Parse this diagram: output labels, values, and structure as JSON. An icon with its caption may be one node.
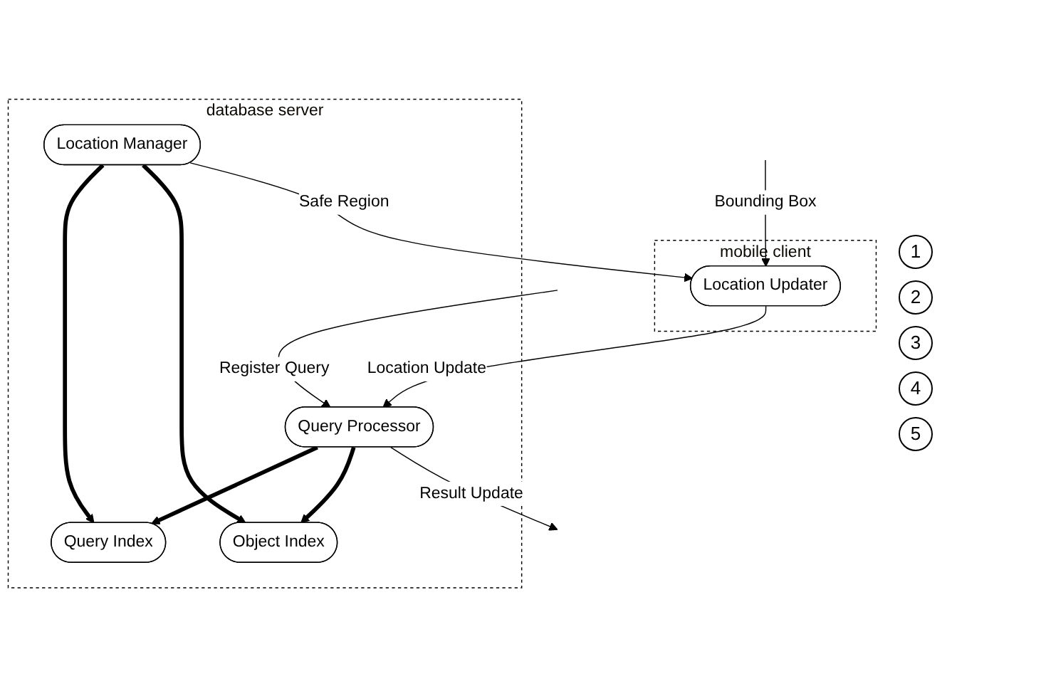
{
  "diagram": {
    "nodes": [
      {
        "text": [
          "database server"
        ]
      },
      {
        "text": [
          "Object Index"
        ],
        "in": 0
      },
      {
        "text": [
          "Query Index"
        ],
        "in": 0
      },
      {
        "text": [
          "Query Processor"
        ],
        "in": 0
      },
      {
        "text": [
          "Location Manager"
        ],
        "in": 0
      },
      {
        "text": [
          "mobile client"
        ]
      },
      {
        "text": [
          "Location Updater"
        ],
        "in": 5
      }
    ],
    "edges": [
      {
        "from": null,
        "to": 3,
        "arrow": "to",
        "label": "Register Query"
      },
      {
        "from": 3,
        "to": null,
        "arrow": "to",
        "label": "Result Update"
      },
      {
        "from": 6,
        "to": 3,
        "arrow": "to",
        "label": "Location Update"
      },
      {
        "from": 4,
        "to": 6,
        "arrow": "to",
        "label": "Safe Region"
      },
      {
        "from": null,
        "to": 6,
        "arrow": "to",
        "label": "Bounding Box"
      },
      {
        "from": 3,
        "to": 1,
        "arrow": "to",
        "style": "thick"
      },
      {
        "from": 3,
        "to": 2,
        "arrow": "to",
        "style": "thick"
      },
      {
        "from": 4,
        "to": 1,
        "arrow": "to",
        "style": "thick"
      },
      {
        "from": 4,
        "to": 2,
        "arrow": "to",
        "style": "thick"
      }
    ],
    "labels": [
      "1",
      "2",
      "3",
      "4",
      "5"
    ]
  }
}
